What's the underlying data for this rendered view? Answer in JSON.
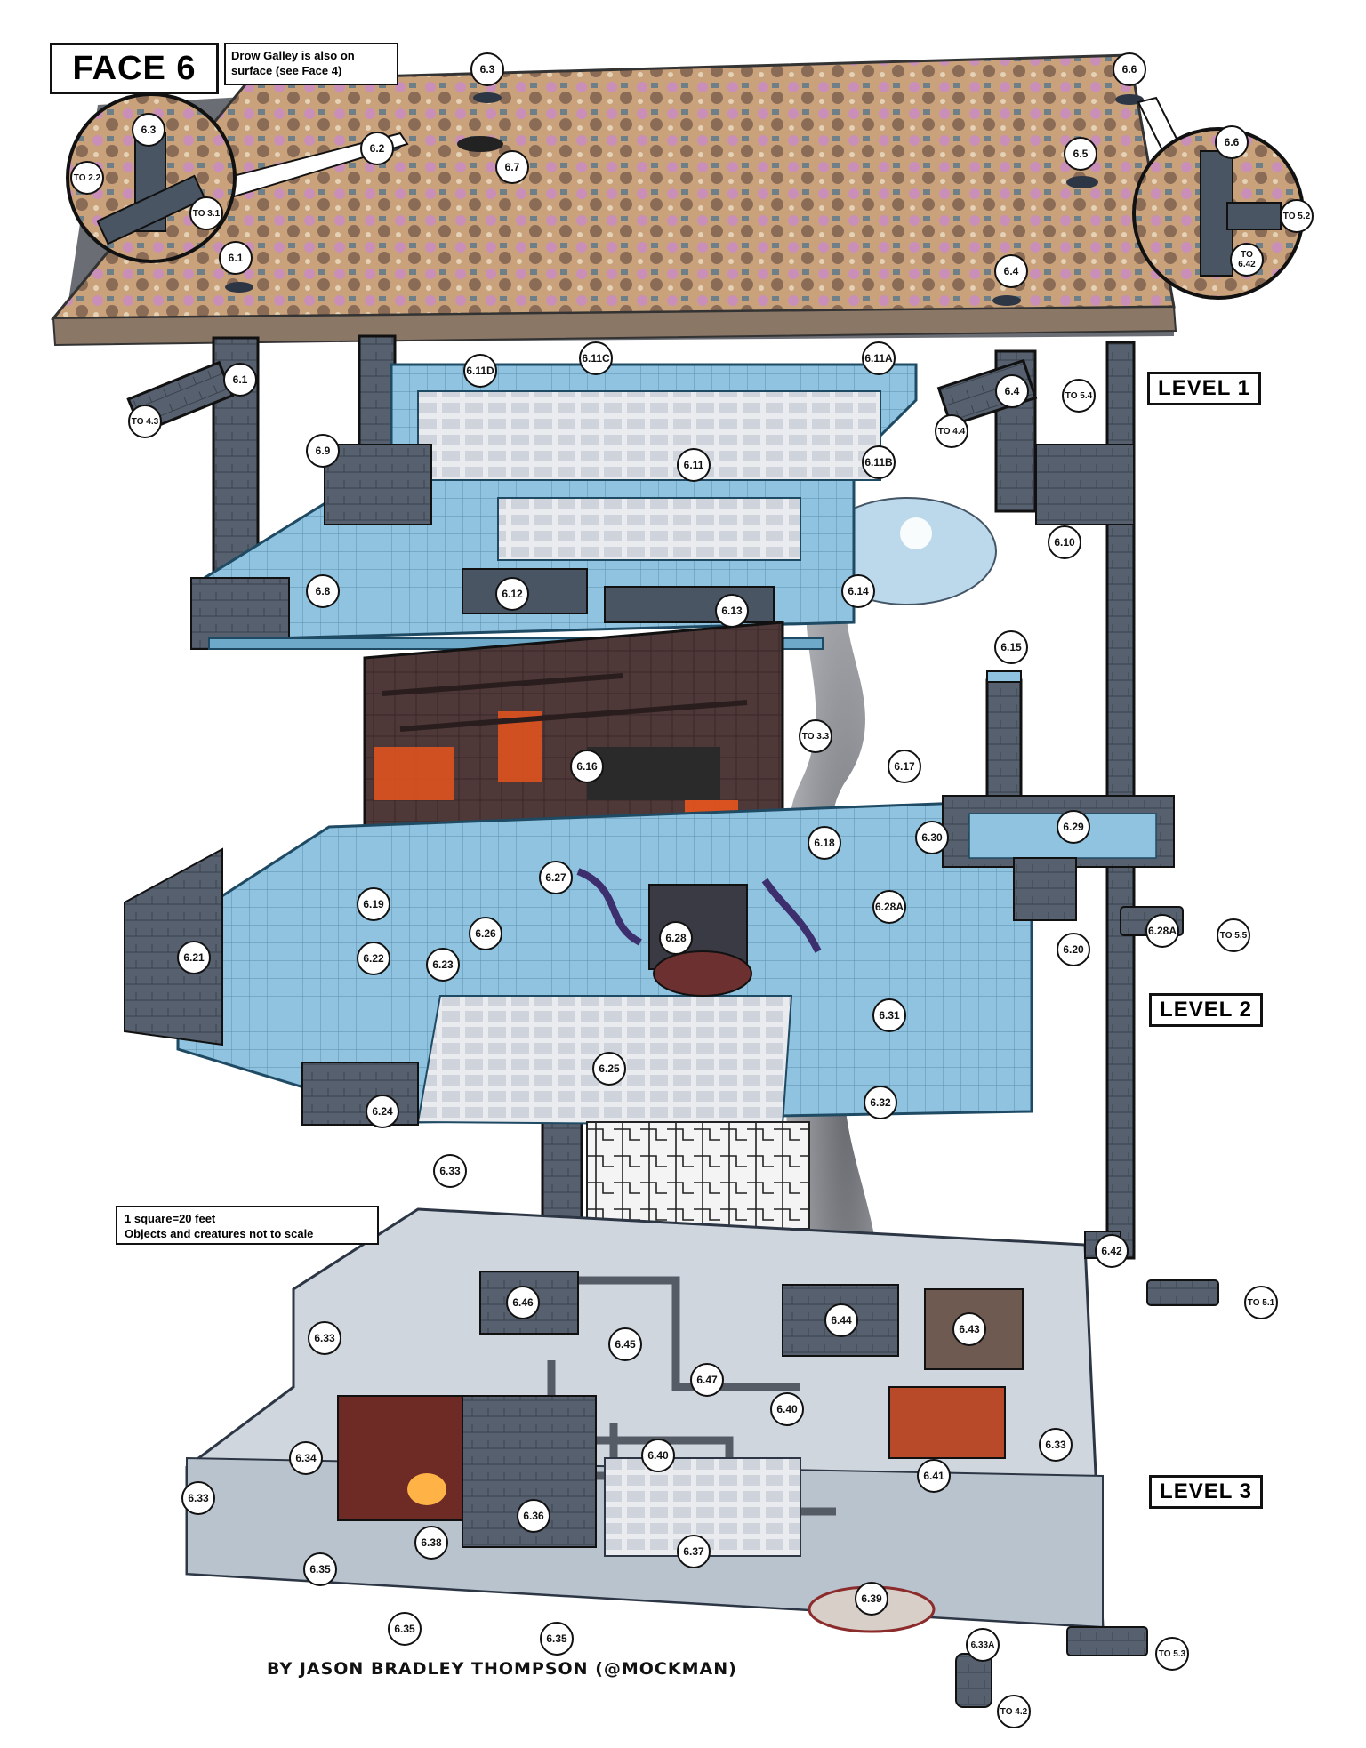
{
  "header": {
    "title": "FACE 6",
    "note": "Drow Galley is also on surface (see Face 4)"
  },
  "levels": {
    "level1": "LEVEL 1",
    "level2": "LEVEL 2",
    "level3": "LEVEL 3"
  },
  "scale_note": {
    "line1": "1 square=20 feet",
    "line2": "Objects and creatures not to scale"
  },
  "credit": "BY JASON BRADLEY THOMPSON (@MOCKMAN)",
  "colors": {
    "floor": "#8fc3df",
    "stone": "#4a5564",
    "surface": "#c9a27c",
    "lava": "#e8551e",
    "smoke": "#6d6f74",
    "moss": "#c98fb9"
  },
  "map_labels": {
    "l_6_3": "6.3",
    "l_6_6": "6.6",
    "l_6_2": "6.2",
    "l_6_7": "6.7",
    "l_6_5": "6.5",
    "l_6_1s": "6.1",
    "l_6_4s": "6.4",
    "c_6_3": "6.3",
    "c_to_2_2": "TO 2.2",
    "c_to_3_1": "TO 3.1",
    "c_6_6": "6.6",
    "c_to_5_2": "TO 5.2",
    "c_to_6_42": "TO 6.42",
    "l_6_1": "6.1",
    "l_to_4_3": "TO 4.3",
    "l_6_11d": "6.11D",
    "l_6_11c": "6.11C",
    "l_6_11a": "6.11A",
    "l_6_4": "6.4",
    "l_to_5_4": "TO 5.4",
    "l_to_4_4": "TO 4.4",
    "l_6_9": "6.9",
    "l_6_11": "6.11",
    "l_6_11b": "6.11B",
    "l_6_10": "6.10",
    "l_6_8": "6.8",
    "l_6_12": "6.12",
    "l_6_13": "6.13",
    "l_6_14": "6.14",
    "l_6_15": "6.15",
    "l_to_3_3": "TO 3.3",
    "l_6_16": "6.16",
    "l_6_17": "6.17",
    "l_6_18": "6.18",
    "l_6_30": "6.30",
    "l_6_29": "6.29",
    "l_6_27": "6.27",
    "l_6_19": "6.19",
    "l_6_28": "6.28",
    "l_6_28a": "6.28A",
    "l_6_28a2": "6.28A",
    "l_to_5_5": "TO 5.5",
    "l_6_26": "6.26",
    "l_6_20": "6.20",
    "l_6_21": "6.21",
    "l_6_22": "6.22",
    "l_6_23": "6.23",
    "l_6_31": "6.31",
    "l_6_25": "6.25",
    "l_6_24": "6.24",
    "l_6_32": "6.32",
    "l_6_33a": "6.33",
    "l_6_42": "6.42",
    "l_to_5_1": "TO 5.1",
    "l_6_46": "6.46",
    "l_6_44": "6.44",
    "l_6_43": "6.43",
    "l_6_33b": "6.33",
    "l_6_45": "6.45",
    "l_6_47": "6.47",
    "l_6_40a": "6.40",
    "l_6_40b": "6.40",
    "l_6_33c": "6.33",
    "l_6_34": "6.34",
    "l_6_41": "6.41",
    "l_6_33d": "6.33",
    "l_6_36": "6.36",
    "l_6_38": "6.38",
    "l_6_37": "6.37",
    "l_6_35a": "6.35",
    "l_6_39": "6.39",
    "l_6_35b": "6.35",
    "l_6_35c": "6.35",
    "l_6_33x": "6.33A",
    "l_to_5_3": "TO 5.3",
    "l_to_4_2": "TO 4.2"
  }
}
